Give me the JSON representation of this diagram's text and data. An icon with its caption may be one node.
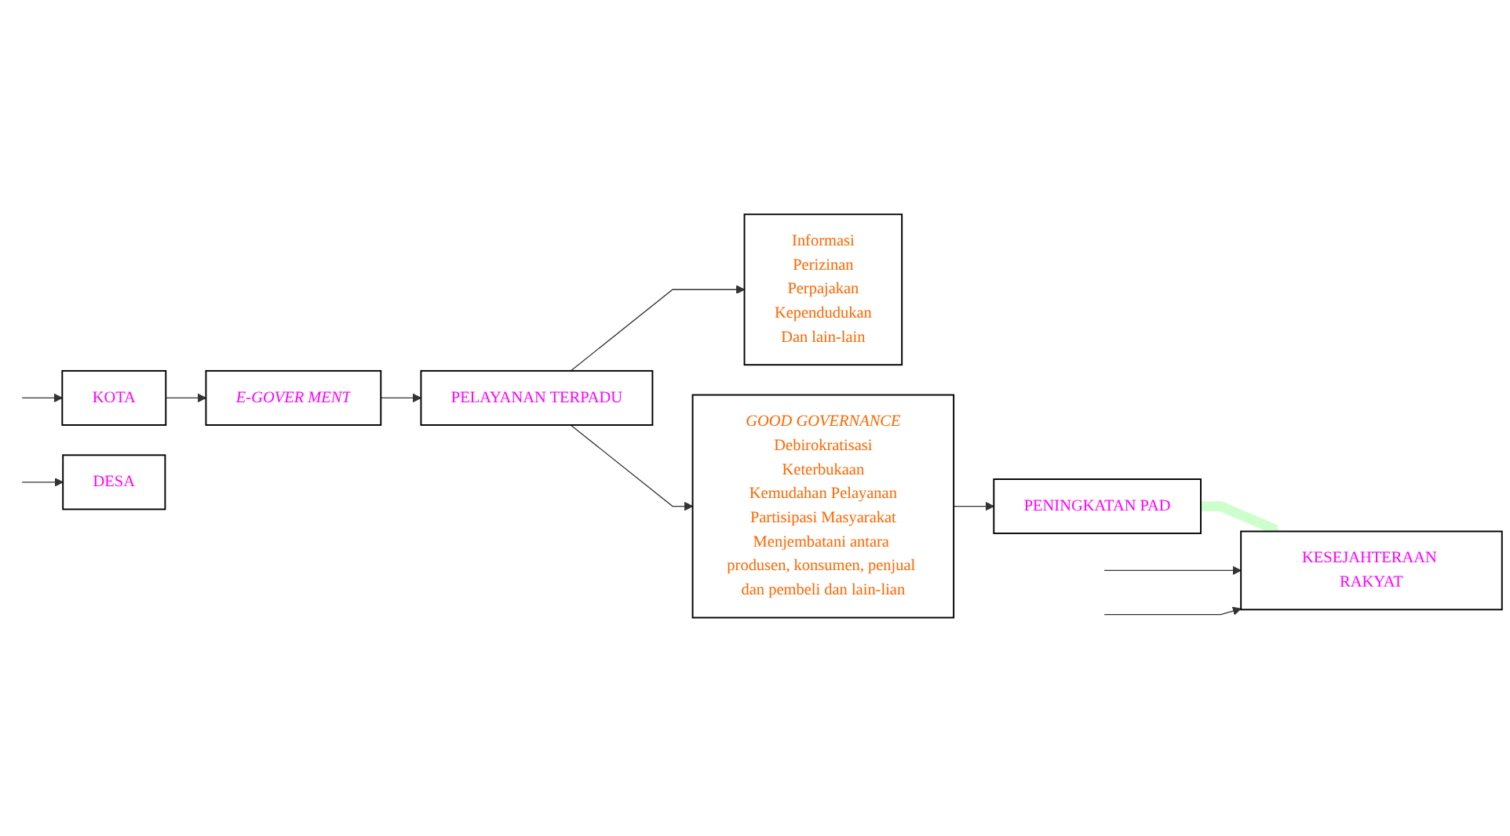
{
  "diagram": {
    "nodes": [
      {
        "text": [
          "KOTA"
        ]
      },
      {
        "text": [
          "DESA"
        ]
      },
      {
        "text": [
          "E-GOVER MENT"
        ]
      },
      {
        "text": [
          "PELAYANAN TERPADU"
        ]
      },
      {
        "text": [
          "Informasi",
          "Perizinan",
          "Perpajakan",
          "Kependudukan",
          "Dan lain-lain"
        ]
      },
      {
        "text": [
          "GOOD GOVERNANCE",
          "Debirokratisasi",
          "Keterbukaan",
          "Kemudahan Pelayanan",
          "Partisipasi Masyarakat",
          "Menjembatani antara produsen, konsumen, penjual dan pembeli dan lain-lian"
        ]
      },
      {
        "text": [
          "PENINGKATAN PAD"
        ]
      },
      {
        "text": [
          "KESEJAHTERAAN RAKYAT"
        ]
      }
    ],
    "edges": [
      {
        "from": null,
        "to": 0,
        "arrow": "to"
      },
      {
        "from": null,
        "to": 1,
        "arrow": "to"
      },
      {
        "from": 0,
        "to": 2,
        "arrow": "to"
      },
      {
        "from": 2,
        "to": 3,
        "arrow": "to"
      },
      {
        "from": 3,
        "to": 4,
        "arrow": "to"
      },
      {
        "from": 3,
        "to": 5,
        "arrow": "to"
      },
      {
        "from": 5,
        "to": 6,
        "arrow": "to"
      },
      {
        "from": 6,
        "to": 7,
        "arrow": "to",
        "style": "thick",
        "color": "#ccffcc"
      },
      {
        "from": null,
        "to": 7,
        "arrow": "to"
      },
      {
        "from": null,
        "to": 7,
        "arrow": "to"
      }
    ]
  }
}
